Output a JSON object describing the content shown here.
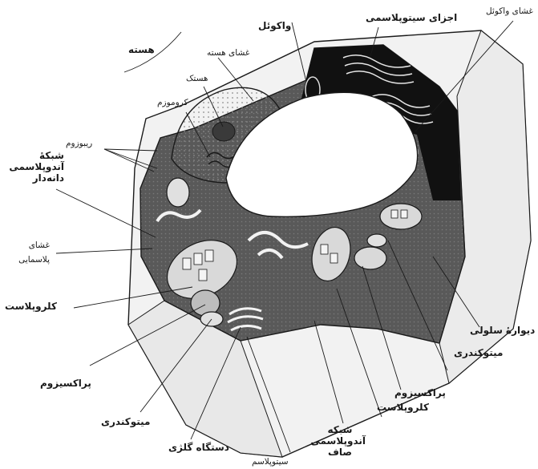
{
  "labels": {
    "nucleus": "هسته",
    "nuclear_membrane": "غشای هسته",
    "nucleolus": "هستک",
    "chromosome": "کروموزم",
    "ribosome": "ریبوزوم",
    "rough_er": "شبکهٔ آندوپلاسمی دانه‌دار",
    "plasma_membrane": "غشای پلاسمایی",
    "chloroplast_left": "کلروپلاست",
    "peroxisome_left": "پراکسیزوم",
    "mitochondria_left": "میتوکندری",
    "golgi": "دستگاه گلژی",
    "cytoplasm": "سیتوپلاسم",
    "smooth_er": "شبکه آندوپلاسمی صاف",
    "chloroplast_right": "کلروپلاست",
    "peroxisome_right": "پراکسیزوم",
    "mitochondria_right": "میتوکندری",
    "cell_wall": "دیوارهٔ سلولی",
    "vacuole": "واکوئل",
    "cytoplasm_parts": "اجزای سیتوپلاسمی",
    "vacuole_membrane": "غشای واکوئل"
  },
  "colors": {
    "ink": "#1a1a1a",
    "cytoplasm_fill": "#5a5a5a",
    "dark_region": "#111111",
    "wall_fill": "#f2f2f2",
    "vacuole_fill": "#ffffff"
  }
}
